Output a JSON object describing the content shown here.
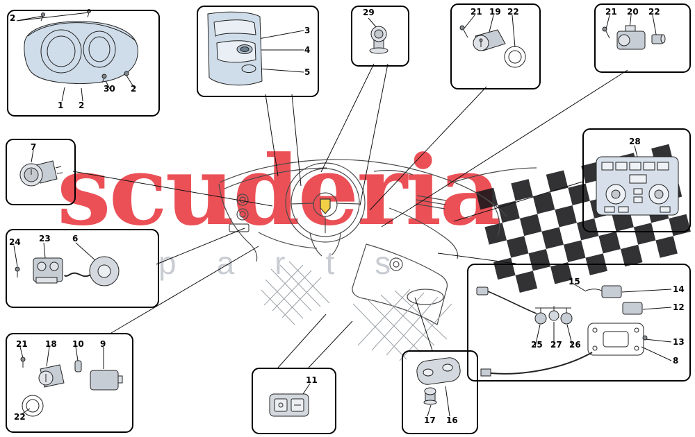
{
  "watermark": {
    "brand": "scuderia",
    "sub": "parts",
    "brand_color": "#e62a32",
    "sub_color": "#c9cdd3"
  },
  "diagram": {
    "type": "exploded-parts-diagram",
    "subject": "dashboard and tunnel switches"
  },
  "part_labels": [
    "2",
    "30",
    "2",
    "1",
    "2",
    "3",
    "4",
    "5",
    "29",
    "21",
    "19",
    "22",
    "21",
    "20",
    "22",
    "7",
    "24",
    "23",
    "6",
    "28",
    "15",
    "14",
    "12",
    "13",
    "8",
    "25",
    "27",
    "26",
    "21",
    "18",
    "10",
    "9",
    "22",
    "11",
    "17",
    "16"
  ]
}
